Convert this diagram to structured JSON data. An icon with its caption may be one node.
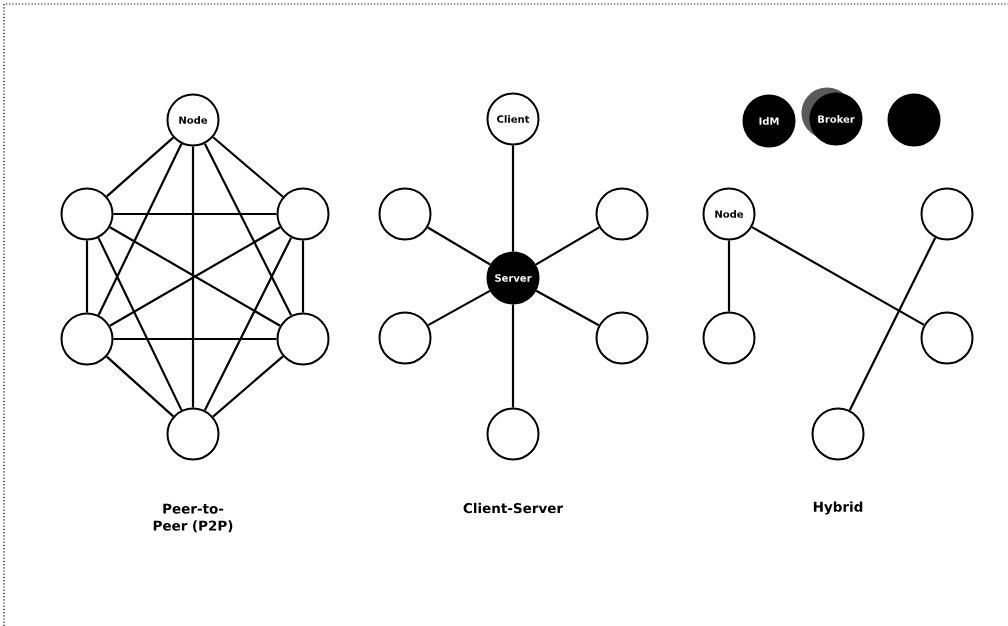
{
  "diagram": {
    "nodes": [
      {
        "text": [
          "Node"
        ]
      },
      {
        "text": [],
        "shape": "circle"
      },
      {
        "text": [],
        "shape": "circle"
      },
      {
        "text": [],
        "shape": "circle"
      },
      {
        "text": [],
        "shape": "circle"
      },
      {
        "text": [],
        "shape": "circle"
      },
      {
        "text": [
          "Client"
        ]
      },
      {
        "text": [],
        "shape": "circle"
      },
      {
        "text": [],
        "shape": "circle"
      },
      {
        "text": [
          "Server"
        ]
      },
      {
        "text": [],
        "shape": "circle"
      },
      {
        "text": [],
        "shape": "circle"
      },
      {
        "text": [],
        "shape": "circle"
      },
      {
        "text": [
          "IdM"
        ]
      },
      {
        "text": [
          "Broker"
        ]
      },
      {
        "text": [],
        "shape": "circle"
      },
      {
        "text": [
          "Node"
        ]
      },
      {
        "text": [],
        "shape": "circle"
      },
      {
        "text": [],
        "shape": "circle"
      },
      {
        "text": [],
        "shape": "circle"
      },
      {
        "text": [],
        "shape": "circle"
      }
    ],
    "edges": [
      {
        "from": 0,
        "to": 1,
        "arrow": "none"
      },
      {
        "from": 0,
        "to": 2,
        "arrow": "none"
      },
      {
        "from": 0,
        "to": 3,
        "arrow": "none"
      },
      {
        "from": 0,
        "to": 4,
        "arrow": "none"
      },
      {
        "from": 0,
        "to": 5,
        "arrow": "none"
      },
      {
        "from": 1,
        "to": 2,
        "arrow": "none"
      },
      {
        "from": 1,
        "to": 3,
        "arrow": "none"
      },
      {
        "from": 1,
        "to": 4,
        "arrow": "none"
      },
      {
        "from": 1,
        "to": 5,
        "arrow": "none"
      },
      {
        "from": 2,
        "to": 3,
        "arrow": "none"
      },
      {
        "from": 2,
        "to": 4,
        "arrow": "none"
      },
      {
        "from": 2,
        "to": 5,
        "arrow": "none"
      },
      {
        "from": 3,
        "to": 4,
        "arrow": "none"
      },
      {
        "from": 3,
        "to": 5,
        "arrow": "none"
      },
      {
        "from": 4,
        "to": 5,
        "arrow": "none"
      },
      {
        "from": 6,
        "to": 9,
        "arrow": "none"
      },
      {
        "from": 7,
        "to": 9,
        "arrow": "none"
      },
      {
        "from": 8,
        "to": 9,
        "arrow": "none"
      },
      {
        "from": 10,
        "to": 9,
        "arrow": "none"
      },
      {
        "from": 11,
        "to": 9,
        "arrow": "none"
      },
      {
        "from": 12,
        "to": 9,
        "arrow": "none"
      },
      {
        "from": 16,
        "to": 18,
        "arrow": "none"
      },
      {
        "from": 16,
        "to": 19,
        "arrow": "none"
      },
      {
        "from": 17,
        "to": 20,
        "arrow": "none"
      }
    ],
    "labels": [
      "Peer-to-Peer (P2P)",
      "Client-Server",
      "Hybrid"
    ]
  }
}
